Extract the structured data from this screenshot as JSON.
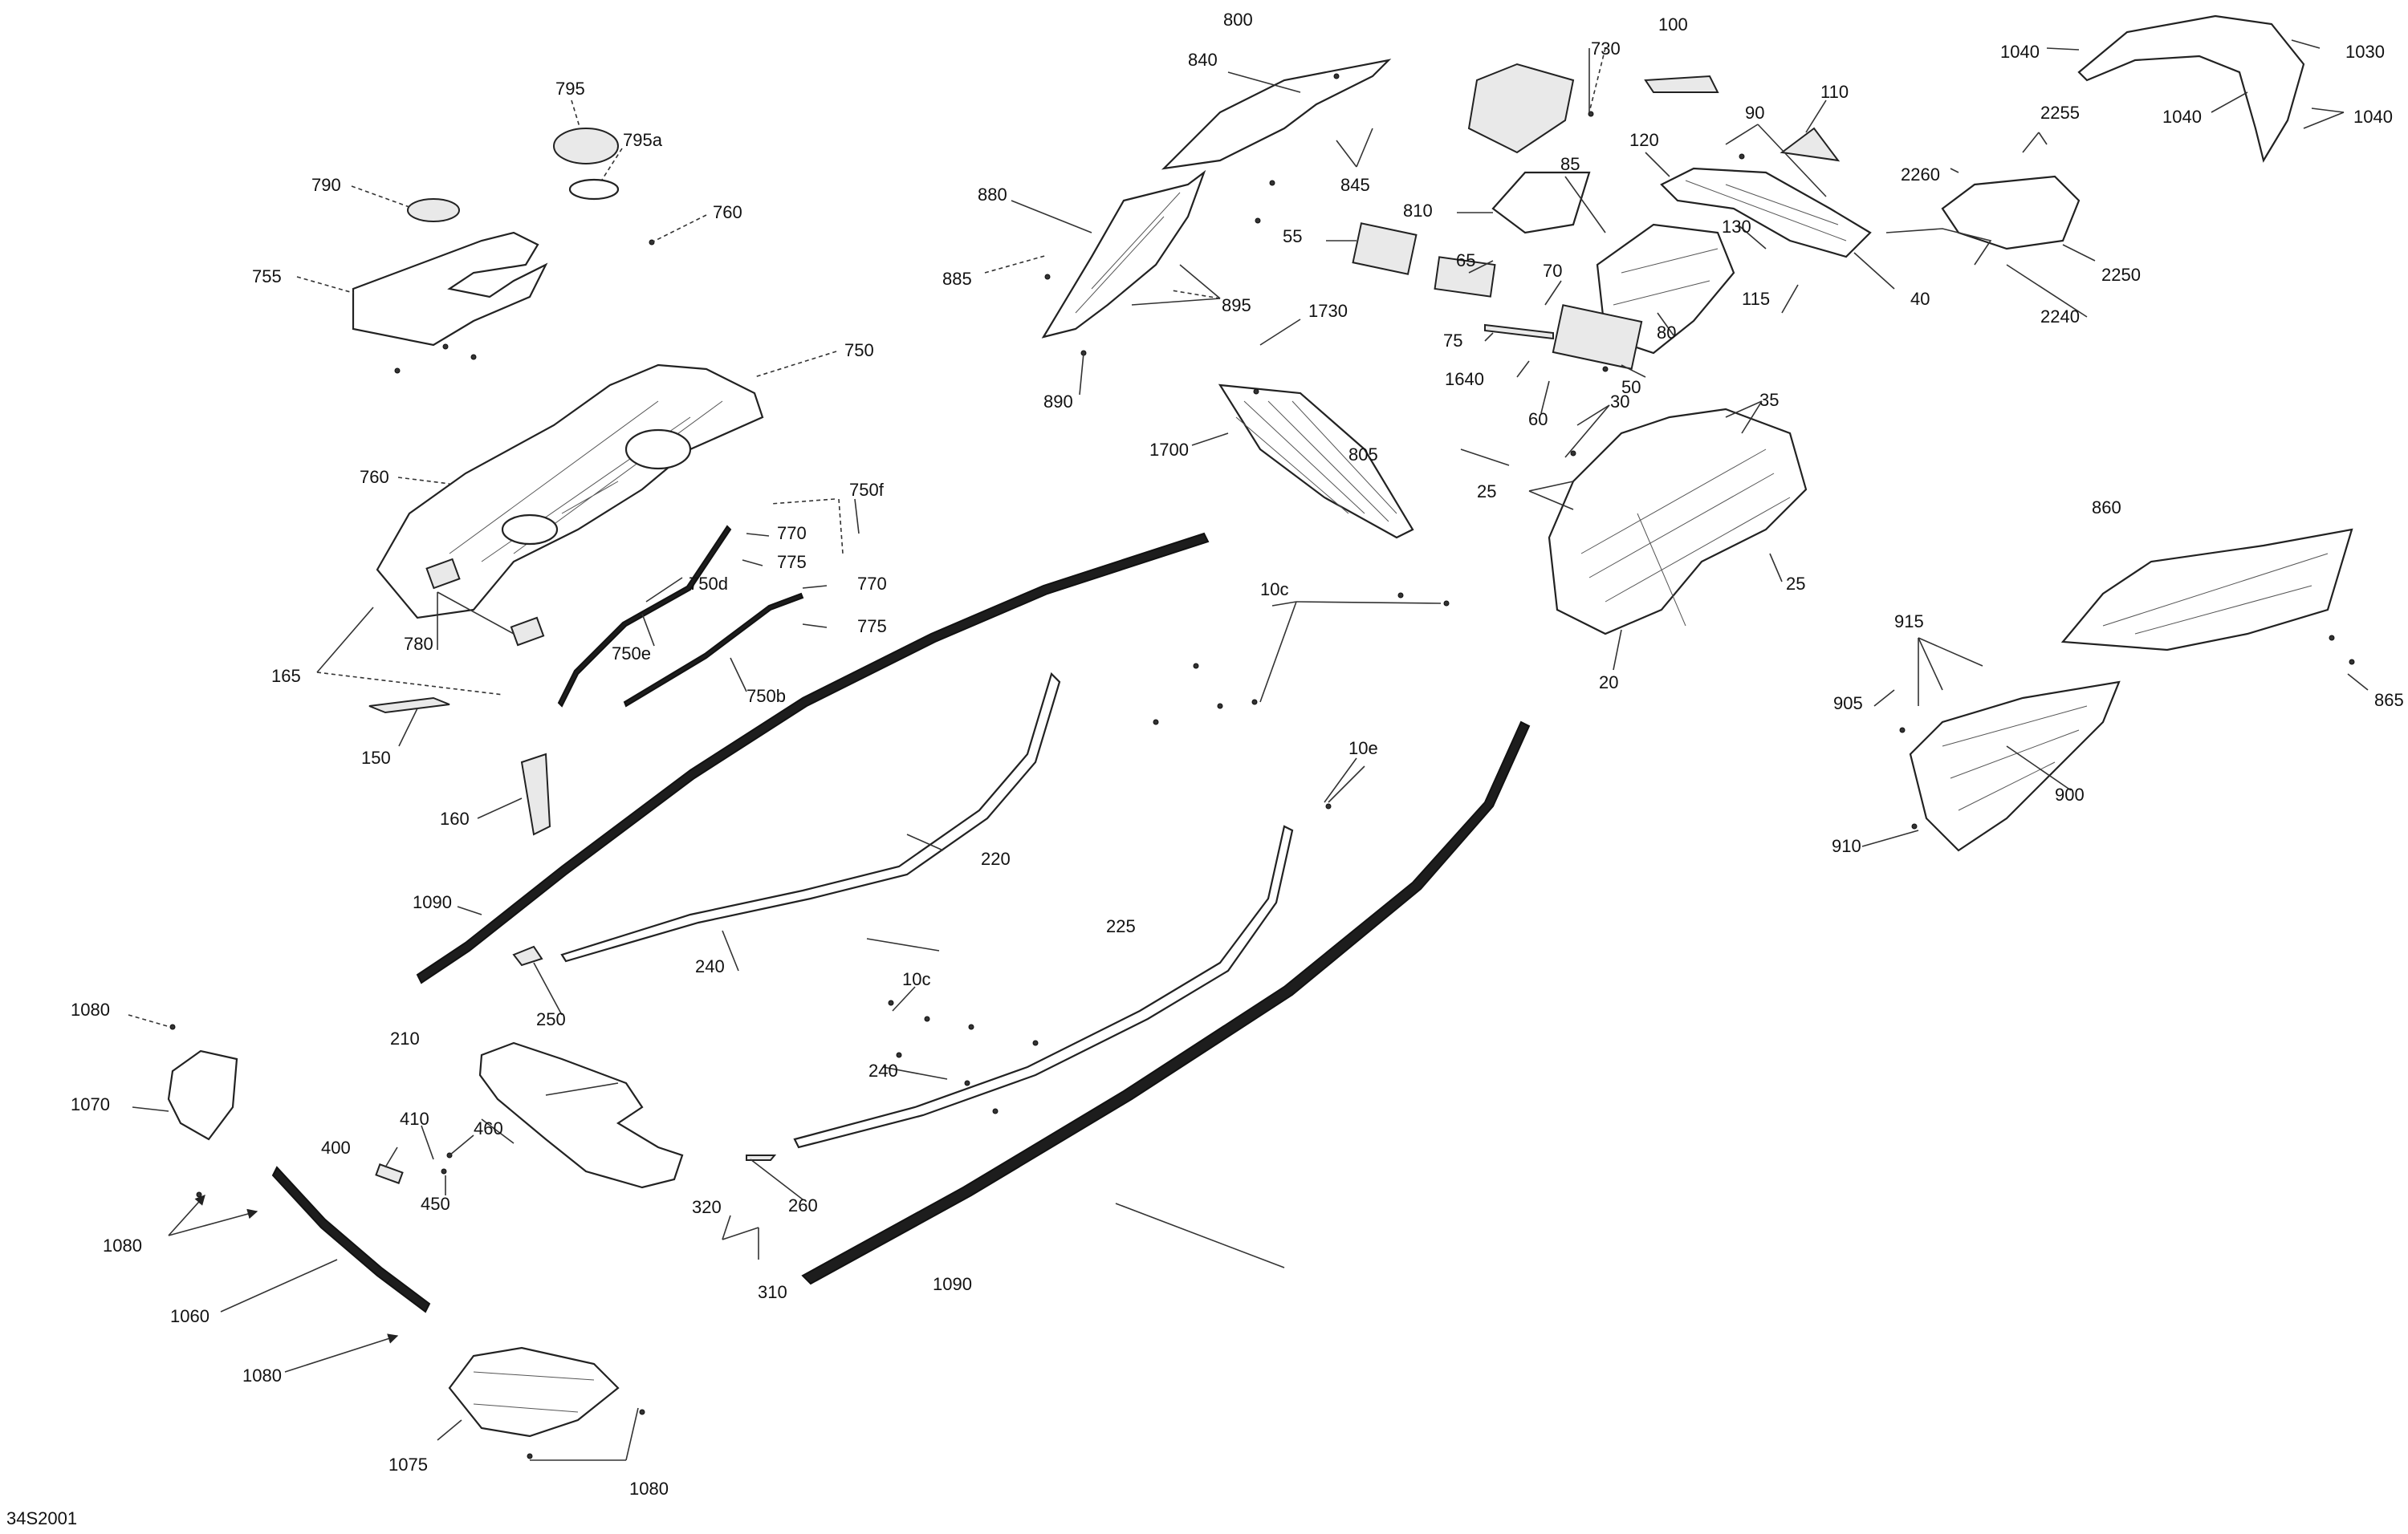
{
  "diagram": {
    "reference_code": "34S2001",
    "callouts": [
      "795",
      "795a",
      "790",
      "760",
      "755",
      "750",
      "760",
      "750f",
      "770",
      "775",
      "770",
      "775",
      "750d",
      "750e",
      "750b",
      "780",
      "165",
      "150",
      "160",
      "840",
      "880",
      "885",
      "845",
      "895",
      "890",
      "1730",
      "1700",
      "10c",
      "10e",
      "220",
      "1090",
      "240",
      "250",
      "225",
      "10c",
      "240",
      "210",
      "400",
      "410",
      "460",
      "450",
      "260",
      "320",
      "310",
      "1090",
      "800",
      "730",
      "100",
      "110",
      "90",
      "85",
      "120",
      "810",
      "55",
      "65",
      "70",
      "75",
      "1640",
      "60",
      "30",
      "50",
      "80",
      "130",
      "115",
      "40",
      "35",
      "805",
      "25",
      "25",
      "20",
      "1040",
      "1030",
      "1040",
      "1040",
      "2255",
      "2260",
      "2250",
      "2240",
      "860",
      "915",
      "905",
      "865",
      "900",
      "910",
      "1080",
      "1070",
      "1080",
      "1060",
      "1080",
      "1075",
      "1080"
    ]
  }
}
